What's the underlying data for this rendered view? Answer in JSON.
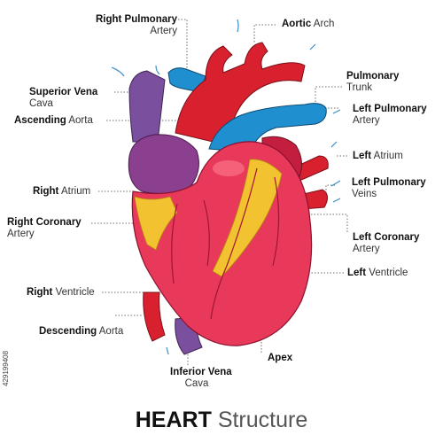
{
  "title": {
    "bold": "HEART",
    "regular": "Structure"
  },
  "stock_id": "429199408",
  "colors": {
    "muscle": "#e8395a",
    "muscle_dark": "#c41e3f",
    "atrium": "#8b3f8f",
    "vein_blue": "#1f8fd0",
    "artery_red": "#d8202e",
    "vena_cava": "#7a4f9e",
    "fat": "#f2c230"
  },
  "labels": {
    "right_pulmonary_artery": {
      "bold": "Right Pulmonary",
      "regular": "Artery"
    },
    "aortic_arch": {
      "bold": "Aortic",
      "regular": "Arch"
    },
    "superior_vena_cava": {
      "bold": "Superior Vena",
      "regular": "Cava"
    },
    "pulmonary_trunk": {
      "bold": "Pulmonary",
      "regular": "Trunk"
    },
    "ascending_aorta": {
      "bold": "Ascending",
      "regular": "Aorta"
    },
    "left_pulmonary_artery": {
      "bold": "Left Pulmonary",
      "regular": "Artery"
    },
    "left_atrium": {
      "bold": "Left",
      "regular": "Atrium"
    },
    "right_atrium": {
      "bold": "Right",
      "regular": "Atrium"
    },
    "left_pulmonary_veins": {
      "bold": "Left Pulmonary",
      "regular": "Veins"
    },
    "right_coronary_artery": {
      "bold": "Right Coronary",
      "regular": "Artery"
    },
    "left_coronary_artery": {
      "bold": "Left Coronary",
      "regular": "Artery"
    },
    "left_ventricle": {
      "bold": "Left",
      "regular": "Ventricle"
    },
    "right_ventricle": {
      "bold": "Right",
      "regular": "Ventricle"
    },
    "descending_aorta": {
      "bold": "Descending",
      "regular": "Aorta"
    },
    "apex": {
      "bold": "Apex",
      "regular": ""
    },
    "inferior_vena_cava": {
      "bold": "Inferior Vena",
      "regular": "Cava"
    }
  }
}
